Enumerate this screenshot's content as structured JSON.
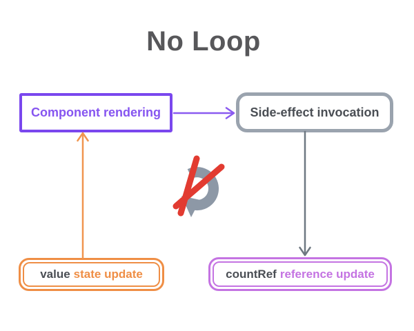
{
  "title": "No Loop",
  "diagram": {
    "component_box": {
      "label": "Component rendering"
    },
    "side_effect_box": {
      "label": "Side-effect invocation"
    },
    "state_update_box": {
      "prefix": "value",
      "highlight": "state update"
    },
    "reference_update_box": {
      "prefix": "countRef",
      "highlight": "reference update"
    },
    "no_loop_icon": "crossed-out-loop-arrow"
  },
  "colors": {
    "title_text": "#57575a",
    "purple_border": "#7a47ee",
    "purple_text": "#8655f0",
    "gray_border": "#9aa3ae",
    "dark_text": "#4a4e54",
    "orange": "#ef8e45",
    "violet": "#c473e2",
    "arrow_purple": "#8a5af0",
    "arrow_orange": "#f0954f",
    "arrow_gray": "#6e7881",
    "icon_gray": "#8d98a6",
    "icon_red": "#e23b31"
  }
}
